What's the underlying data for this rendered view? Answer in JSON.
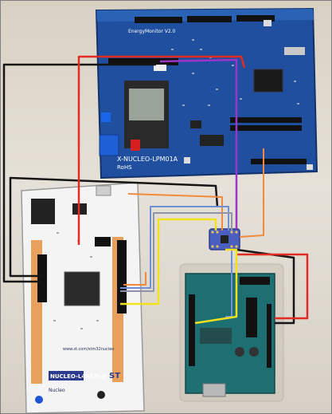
{
  "boards": {
    "energy_monitor": {
      "name": "X-NUCLEO-LPM01A",
      "sub": "EnergyMonitor V2.0",
      "rohs": "RoHS",
      "color": "#1f4f9e"
    },
    "nucleo": {
      "name": "NUCLEO-L4R5ZI-P",
      "brand": "Nucleo",
      "url": "www.st.com/stm32nucleo",
      "logo": "ST",
      "color": "#f4f4f4"
    },
    "arduino": {
      "color": "#1e6f72"
    },
    "breakout": {
      "color": "#4a5fc0"
    }
  },
  "wire_colors": {
    "red": "#e22b22",
    "black": "#151515",
    "purple": "#9a35c9",
    "orange": "#f08a3c",
    "yellow": "#f2e21d",
    "blue": "#6f8fd6",
    "gray": "#8f95a6"
  }
}
